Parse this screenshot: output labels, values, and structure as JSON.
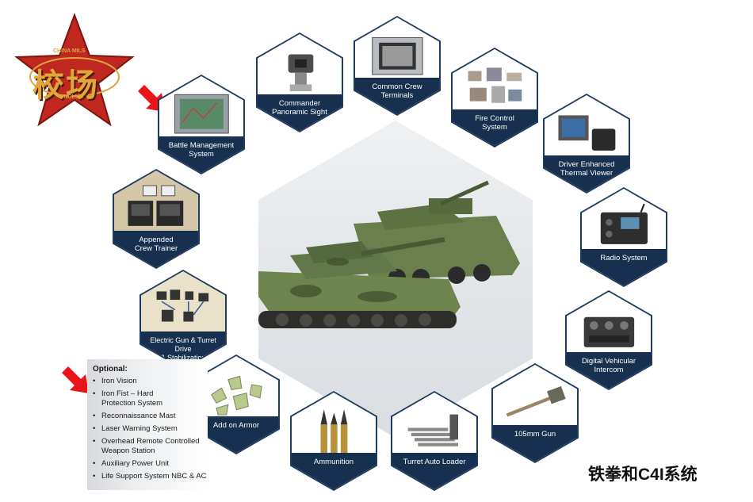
{
  "logo": {
    "text": "校场",
    "ring_top": "CHINA MILS",
    "ring_bottom": "ONCLUB",
    "colors": {
      "star": "#c0281f",
      "text": "#d9a441"
    }
  },
  "center": {
    "description_icon": "tank-and-8x8-vehicle-icon"
  },
  "modules": [
    {
      "id": "battle-management-system",
      "label": "Battle Management\nSystem",
      "icon": "tablet-display-icon"
    },
    {
      "id": "commander-panoramic-sight",
      "label": "Commander\nPanoramic Sight",
      "icon": "periscope-sight-icon"
    },
    {
      "id": "common-crew-terminals",
      "label": "Common Crew\nTerminals",
      "icon": "crew-terminal-display-icon"
    },
    {
      "id": "fire-control-system",
      "label": "Fire Control\nSystem",
      "icon": "fire-control-components-icon"
    },
    {
      "id": "driver-enhanced-thermal-viewer",
      "label": "Driver Enhanced\nThermal Viewer",
      "icon": "thermal-viewer-icon"
    },
    {
      "id": "radio-system",
      "label": "Radio System",
      "icon": "radio-unit-icon"
    },
    {
      "id": "digital-vehicular-intercom",
      "label": "Digital Vehicular\nIntercom",
      "icon": "intercom-unit-icon"
    },
    {
      "id": "105mm-gun",
      "label": "105mm Gun",
      "icon": "gun-barrel-icon"
    },
    {
      "id": "turret-auto-loader",
      "label": "Turret Auto Loader",
      "icon": "auto-loader-icon"
    },
    {
      "id": "ammunition",
      "label": "Ammunition",
      "icon": "ammunition-rounds-icon"
    },
    {
      "id": "add-on-armor",
      "label": "Add on Armor",
      "icon": "armor-plates-icon"
    },
    {
      "id": "electric-gun-turret-drive",
      "label": "Electric Gun & Turret Drive\n& Stabilization",
      "icon": "turret-drive-components-icon"
    },
    {
      "id": "appended-crew-trainer",
      "label": "Appended\nCrew Trainer",
      "icon": "crew-trainer-icon"
    }
  ],
  "optional": {
    "title": "Optional:",
    "items": [
      "Iron Vision",
      "Iron Fist – Hard\nProtection System",
      "Reconnaissance Mast",
      "Laser Warning System",
      "Overhead Remote Controlled\nWeapon Station",
      "Auxiliary Power Unit",
      "Life Support System NBC & AC"
    ]
  },
  "caption": "铁拳和C4I系统",
  "colors": {
    "hex_label_bg": "#17304f",
    "hex_border": "#1f3a5f",
    "arrow": "#e8141a"
  }
}
